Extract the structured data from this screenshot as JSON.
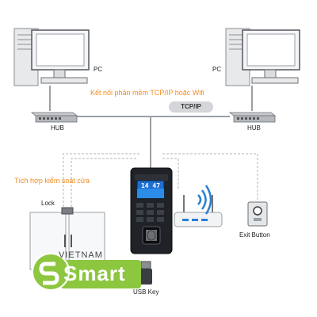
{
  "labels": {
    "pc_left": "PC",
    "pc_right": "PC",
    "hub_left": "HUB",
    "hub_right": "HUB",
    "software_connection": "Kết nối phần mềm TCP/IP hoặc Wifi",
    "tcp_ip": "TCP/IP",
    "access_control": "Tích hợp kiểm soát cửa",
    "lock": "Lock",
    "exit_button": "Exit Button",
    "usb_key": "USB Key"
  },
  "device": {
    "time": "14 47"
  },
  "logo": {
    "brand_top": "VIETNAM",
    "brand_main": "Smart"
  },
  "colors": {
    "accent_orange": "#f08c1e",
    "logo_green": "#8dc63f",
    "line_gray": "#9aa0a6",
    "wifi_blue": "#2a7fd4"
  }
}
